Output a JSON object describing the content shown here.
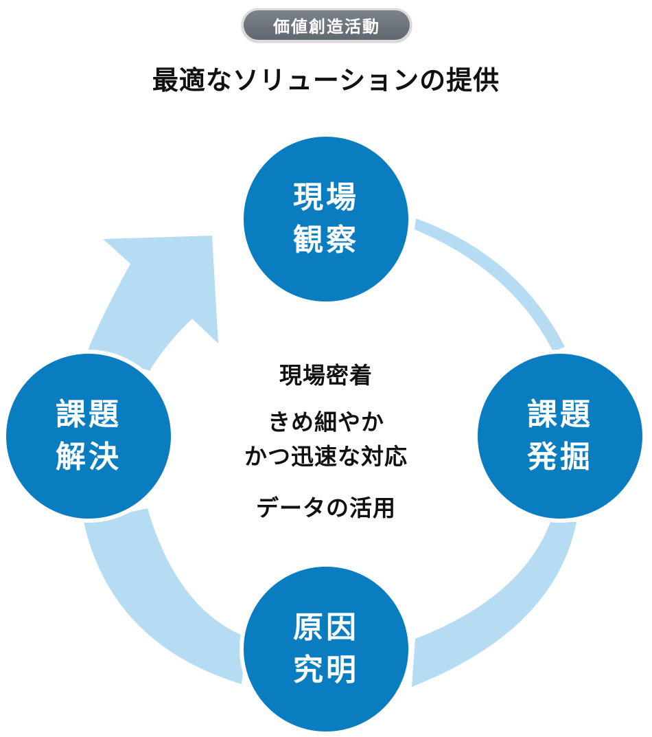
{
  "badge": {
    "label": "価値創造活動"
  },
  "title": "最適なソリューションの提供",
  "nodes": {
    "top": {
      "line1": "現場",
      "line2": "観察"
    },
    "right": {
      "line1": "課題",
      "line2": "発掘"
    },
    "bottom": {
      "line1": "原因",
      "line2": "究明"
    },
    "left": {
      "line1": "課題",
      "line2": "解決"
    }
  },
  "center": {
    "line1": "現場密着",
    "line2a": "きめ細やか",
    "line2b": "かつ迅速な対応",
    "line3": "データの活用"
  },
  "colors": {
    "node_fill": "#0a7dc0",
    "arrow_fill": "#b6dcf4",
    "badge_fill": "#6c737b",
    "text": "#111111"
  }
}
